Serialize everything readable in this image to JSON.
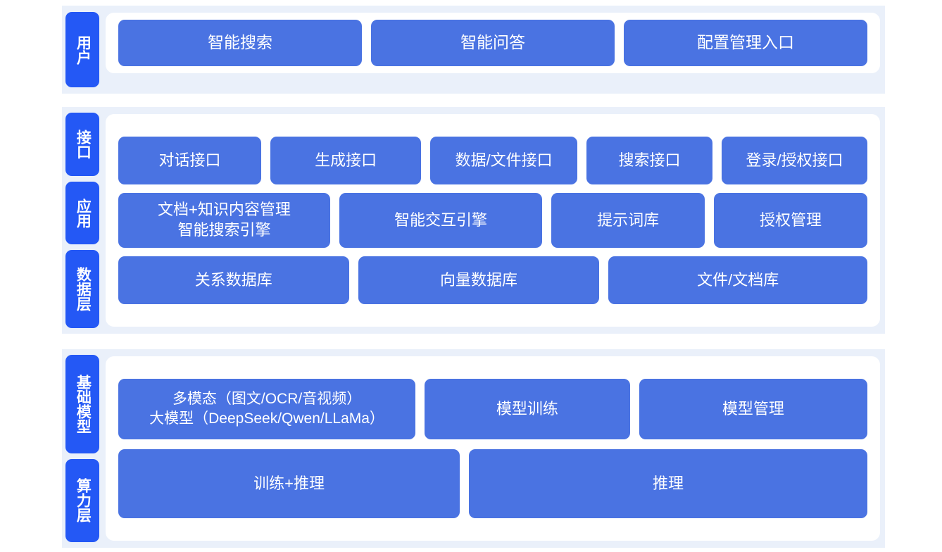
{
  "colors": {
    "page_background": "#ffffff",
    "section_band": "#eaf0fa",
    "card_background": "#ffffff",
    "side_label_blue": "#2458f5",
    "node_blue": "#4a73e2",
    "node_text": "#ffffff"
  },
  "sections": [
    {
      "id": "user",
      "labels": [
        "用户"
      ],
      "rows": [
        {
          "id": "user-entries",
          "nodes": [
            "智能搜索",
            "智能问答",
            "配置管理入口"
          ]
        }
      ]
    },
    {
      "id": "platform",
      "labels": [
        "接口",
        "应用",
        "数据层"
      ],
      "rows": [
        {
          "id": "interface",
          "nodes": [
            "对话接口",
            "生成接口",
            "数据/文件接口",
            "搜索接口",
            "登录/授权接口"
          ]
        },
        {
          "id": "application",
          "nodes": [
            "文档+知识内容管理\n智能搜索引擎",
            "智能交互引擎",
            "提示词库",
            "授权管理"
          ]
        },
        {
          "id": "data",
          "nodes": [
            "关系数据库",
            "向量数据库",
            "文件/文档库"
          ]
        }
      ]
    },
    {
      "id": "foundation",
      "labels": [
        "基础模型",
        "算力层"
      ],
      "rows": [
        {
          "id": "model",
          "nodes": [
            "多模态（图文/OCR/音视频）\n大模型（DeepSeek/Qwen/LLaMa）",
            "模型训练",
            "模型管理"
          ]
        },
        {
          "id": "compute",
          "nodes": [
            "训练+推理",
            "推理"
          ]
        }
      ]
    }
  ],
  "user": {
    "label": "用户",
    "nodes": {
      "smart_search": "智能搜索",
      "smart_qa": "智能问答",
      "config_entry": "配置管理入口"
    }
  },
  "platform": {
    "label_interface": "接口",
    "label_application": "应用",
    "label_data": "数据层",
    "interface": {
      "dialog": "对话接口",
      "generate": "生成接口",
      "data_file": "数据/文件接口",
      "search": "搜索接口",
      "login_auth": "登录/授权接口"
    },
    "application": {
      "doc_knowledge": "文档+知识内容管理\n智能搜索引擎",
      "interaction_engine": "智能交互引擎",
      "prompt_library": "提示词库",
      "auth_management": "授权管理"
    },
    "data": {
      "relational_db": "关系数据库",
      "vector_db": "向量数据库",
      "file_doc_store": "文件/文档库"
    }
  },
  "foundation": {
    "label_model": "基础模型",
    "label_compute": "算力层",
    "model": {
      "multimodal": "多模态（图文/OCR/音视频）\n大模型（DeepSeek/Qwen/LLaMa）",
      "model_training": "模型训练",
      "model_management": "模型管理"
    },
    "compute": {
      "train_infer": "训练+推理",
      "infer": "推理"
    }
  }
}
